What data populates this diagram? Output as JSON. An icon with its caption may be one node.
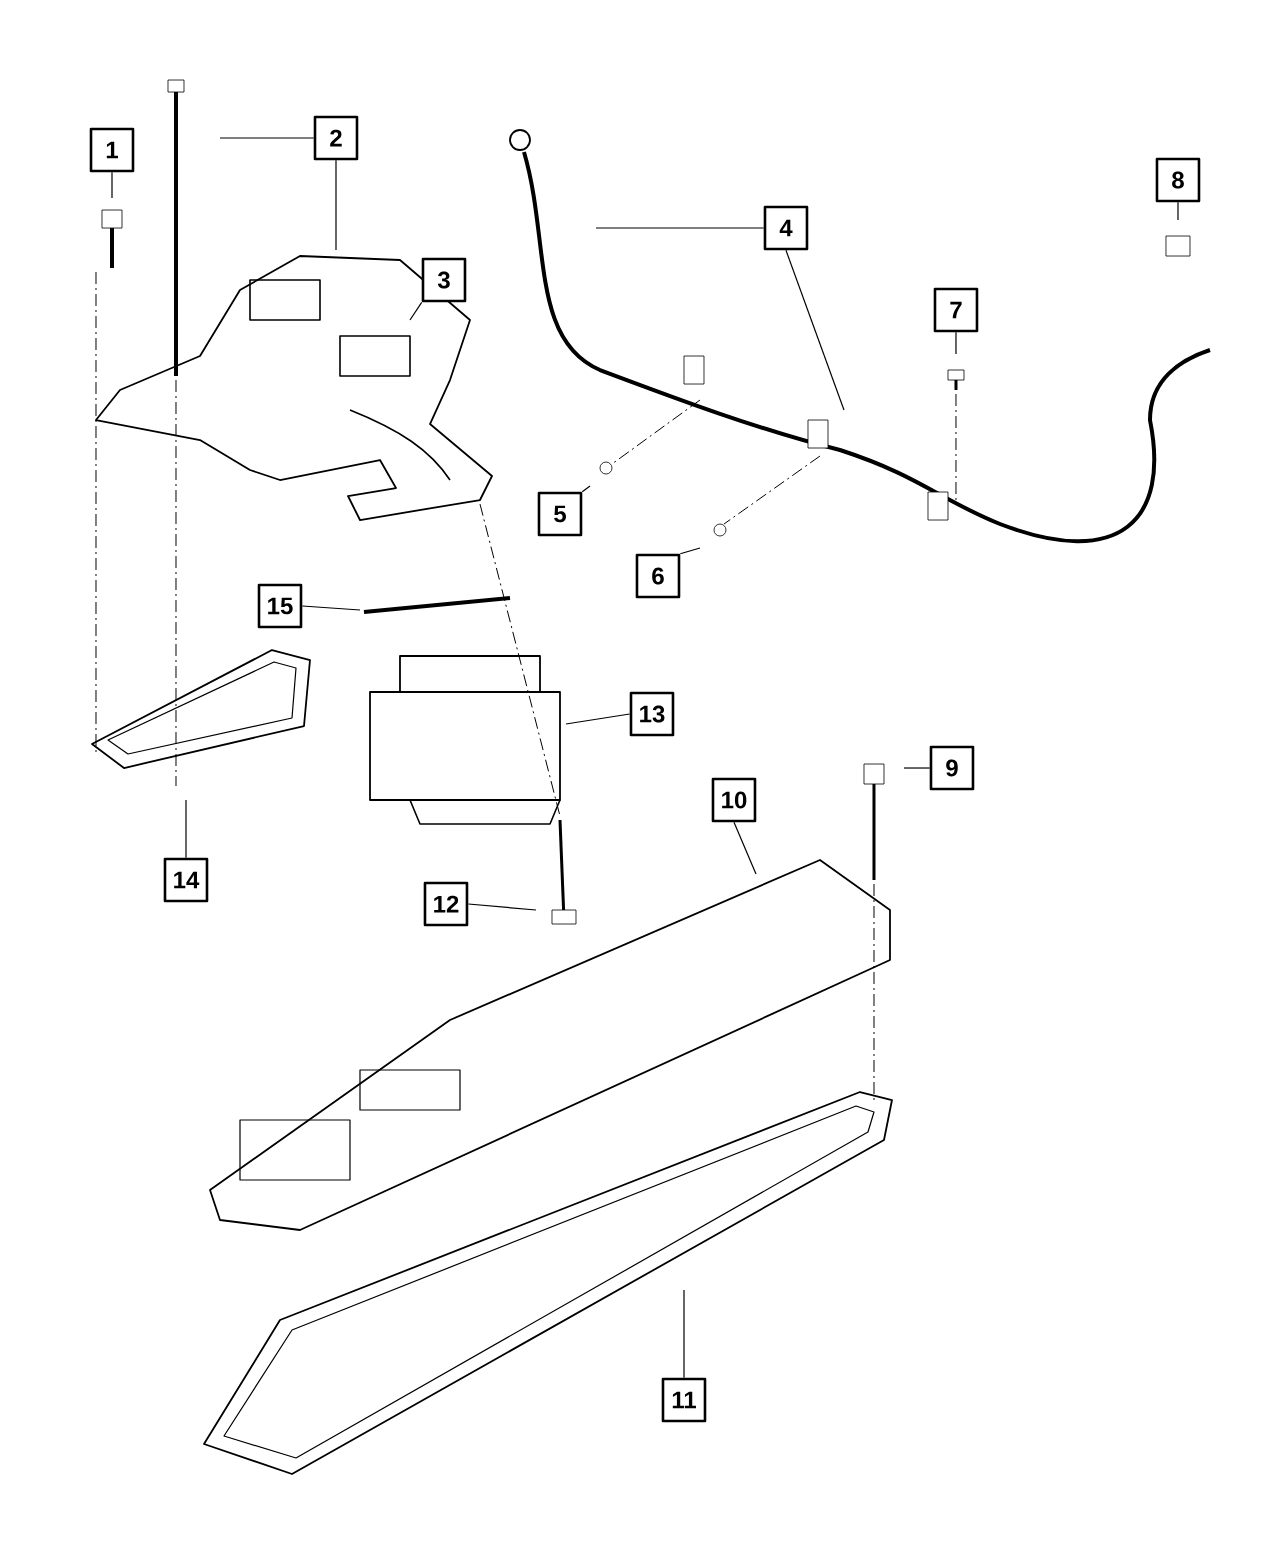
{
  "diagram": {
    "nodes": [
      {
        "text": [
          "1"
        ]
      },
      {
        "text": [
          "2"
        ]
      },
      {
        "text": [
          "3"
        ]
      },
      {
        "text": [
          "4"
        ]
      },
      {
        "text": [
          "5"
        ]
      },
      {
        "text": [
          "6"
        ]
      },
      {
        "text": [
          "7"
        ]
      },
      {
        "text": [
          "8"
        ]
      },
      {
        "text": [
          "9"
        ]
      },
      {
        "text": [
          "10"
        ]
      },
      {
        "text": [
          "11"
        ]
      },
      {
        "text": [
          "12"
        ]
      },
      {
        "text": [
          "13"
        ]
      },
      {
        "text": [
          "14"
        ]
      },
      {
        "text": [
          "15"
        ]
      }
    ],
    "edges": [
      {
        "from": 0,
        "to": null,
        "arrow": "none"
      },
      {
        "from": 1,
        "to": null,
        "arrow": "none"
      },
      {
        "from": 1,
        "to": null,
        "arrow": "none"
      },
      {
        "from": 2,
        "to": null,
        "arrow": "none"
      },
      {
        "from": 3,
        "to": null,
        "arrow": "none"
      },
      {
        "from": 3,
        "to": null,
        "arrow": "none"
      },
      {
        "from": 4,
        "to": null,
        "arrow": "none"
      },
      {
        "from": 5,
        "to": null,
        "arrow": "none"
      },
      {
        "from": 6,
        "to": null,
        "arrow": "none"
      },
      {
        "from": 7,
        "to": null,
        "arrow": "none"
      },
      {
        "from": 8,
        "to": null,
        "arrow": "none"
      },
      {
        "from": 9,
        "to": null,
        "arrow": "none"
      },
      {
        "from": 10,
        "to": null,
        "arrow": "none"
      },
      {
        "from": 11,
        "to": null,
        "arrow": "none"
      },
      {
        "from": 12,
        "to": null,
        "arrow": "none"
      },
      {
        "from": 13,
        "to": null,
        "arrow": "none"
      },
      {
        "from": 14,
        "to": null,
        "arrow": "none"
      }
    ]
  }
}
